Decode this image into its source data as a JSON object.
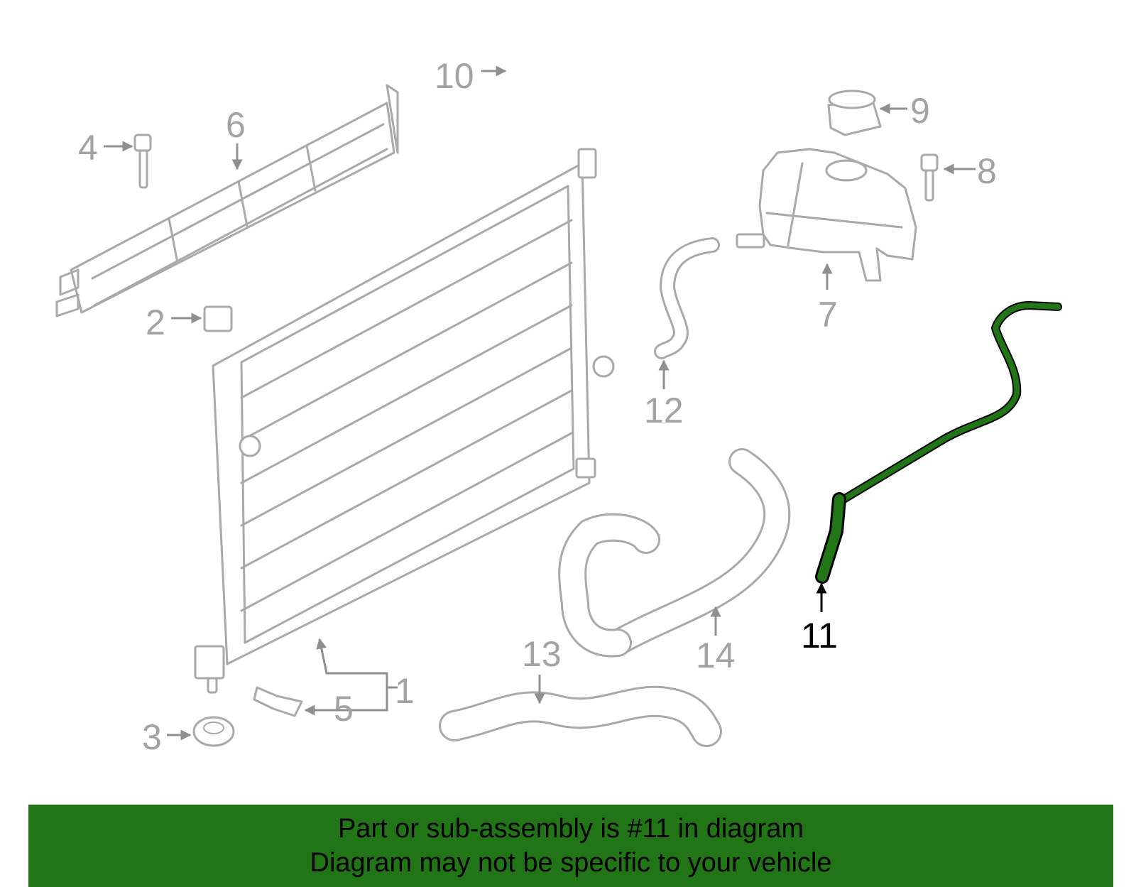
{
  "colors": {
    "highlight": "#217516",
    "banner_background": "#217516",
    "part_outline": "#a9a9a9",
    "callout_gray": "#a3a3a3",
    "callout_highlight": "#000000"
  },
  "callouts": {
    "c1": "1",
    "c2": "2",
    "c3": "3",
    "c4": "4",
    "c5": "5",
    "c6": "6",
    "c7": "7",
    "c8": "8",
    "c9": "9",
    "c10": "10",
    "c11": "11",
    "c12": "12",
    "c13": "13",
    "c14": "14"
  },
  "highlighted_part": "11",
  "banner": {
    "line1": "Part or sub-assembly is #11 in diagram",
    "line2": "Diagram may not be specific to your vehicle"
  }
}
